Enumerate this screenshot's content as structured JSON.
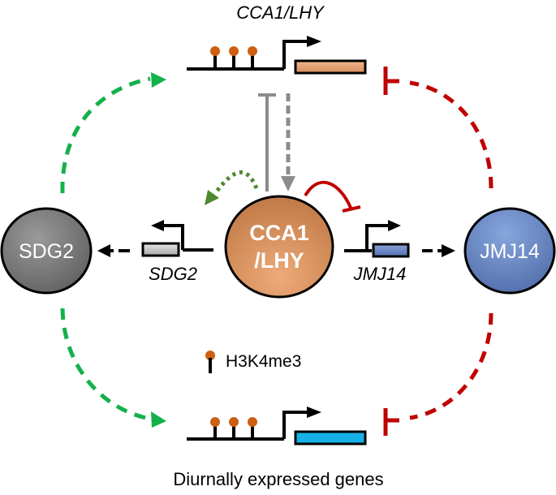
{
  "title": "CCA1/LHY regulatory network with SDG2 and JMJ14",
  "labels": {
    "top_gene": "CCA1/LHY",
    "sdg2_gene": "SDG2",
    "jmj14_gene": "JMJ14",
    "legend_mark": "H3K4me3",
    "bottom_caption": "Diurnally expressed genes"
  },
  "nodes": {
    "sdg2": {
      "line1": "SDG2"
    },
    "cca1": {
      "line1": "CCA1",
      "line2": "/LHY"
    },
    "jmj14": {
      "line1": "JMJ14"
    }
  },
  "colors": {
    "activation_green": "#14b14b",
    "repression_red": "#c00000",
    "gray_link": "#8c8c8c",
    "dotted_green": "#4e8a2e",
    "histone_mark": "#cc5f12",
    "top_gene_box": "#e6a070",
    "bottom_gene_box": "#16b1e6",
    "sdg2_gene_box": "#c8c8c8",
    "jmj14_gene_box": "#6c8cc6",
    "sdg2_node": "#7a7a7a",
    "cca1_node": "#d9905c",
    "jmj14_node": "#6f8fcc"
  },
  "edges": [
    {
      "from": "SDG2",
      "to": "CCA1/LHY gene",
      "type": "activation",
      "style": "dashed"
    },
    {
      "from": "SDG2",
      "to": "Diurnally expressed genes",
      "type": "activation",
      "style": "dashed"
    },
    {
      "from": "JMJ14",
      "to": "CCA1/LHY gene",
      "type": "repression",
      "style": "dashed"
    },
    {
      "from": "JMJ14",
      "to": "Diurnally expressed genes",
      "type": "repression",
      "style": "dashed"
    },
    {
      "from": "CCA1/LHY gene",
      "to": "CCA1/LHY protein",
      "type": "expression",
      "style": "dashed"
    },
    {
      "from": "CCA1/LHY protein",
      "to": "CCA1/LHY gene",
      "type": "repression",
      "style": "solid"
    },
    {
      "from": "CCA1/LHY protein",
      "to": "SDG2 gene",
      "type": "activation",
      "style": "dotted"
    },
    {
      "from": "CCA1/LHY protein",
      "to": "JMJ14 gene",
      "type": "repression",
      "style": "solid"
    },
    {
      "from": "SDG2 gene",
      "to": "SDG2",
      "type": "expression",
      "style": "dashed"
    },
    {
      "from": "JMJ14 gene",
      "to": "JMJ14",
      "type": "expression",
      "style": "dashed"
    }
  ]
}
